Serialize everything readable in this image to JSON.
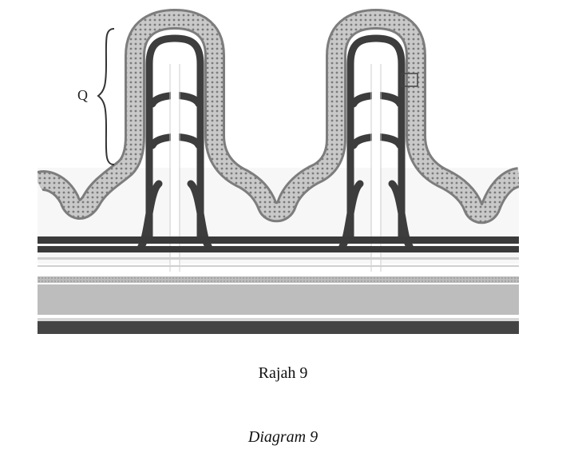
{
  "figure": {
    "label_q": "Q"
  },
  "caption": {
    "malay": "Rajah 9",
    "english": "Diagram 9"
  }
}
